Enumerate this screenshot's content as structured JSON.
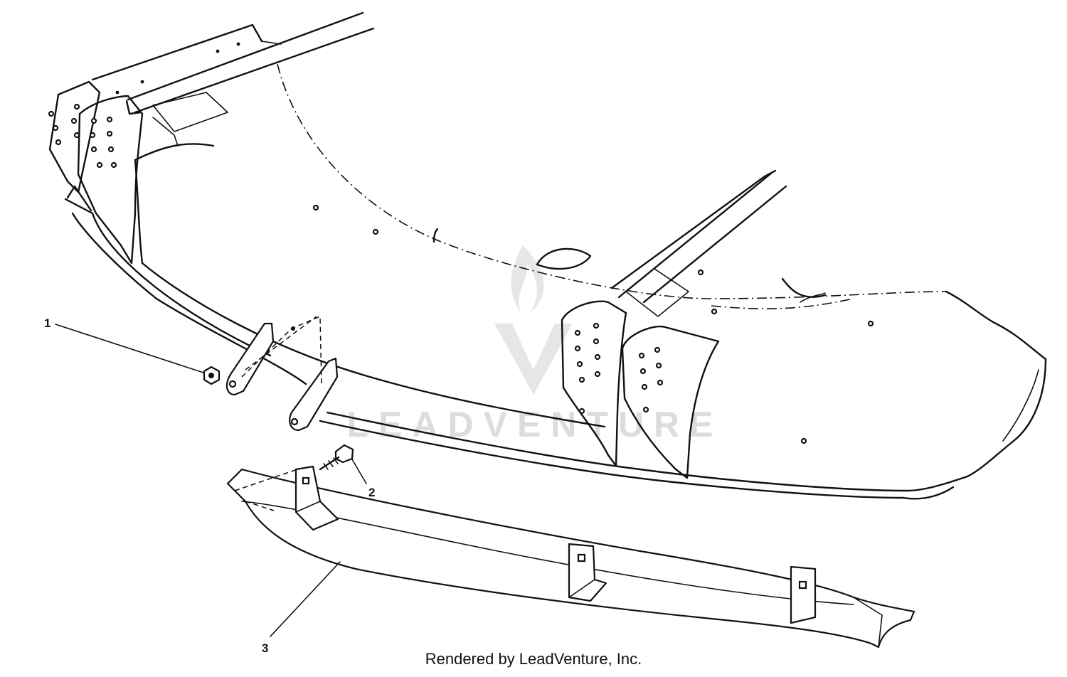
{
  "callouts": [
    {
      "label": "1",
      "name": "nut"
    },
    {
      "label": "2",
      "name": "bolt"
    },
    {
      "label": "3",
      "name": "deflector"
    }
  ],
  "watermark": {
    "text": "LEADVENTURE"
  },
  "credit": "Rendered by LeadVenture, Inc."
}
